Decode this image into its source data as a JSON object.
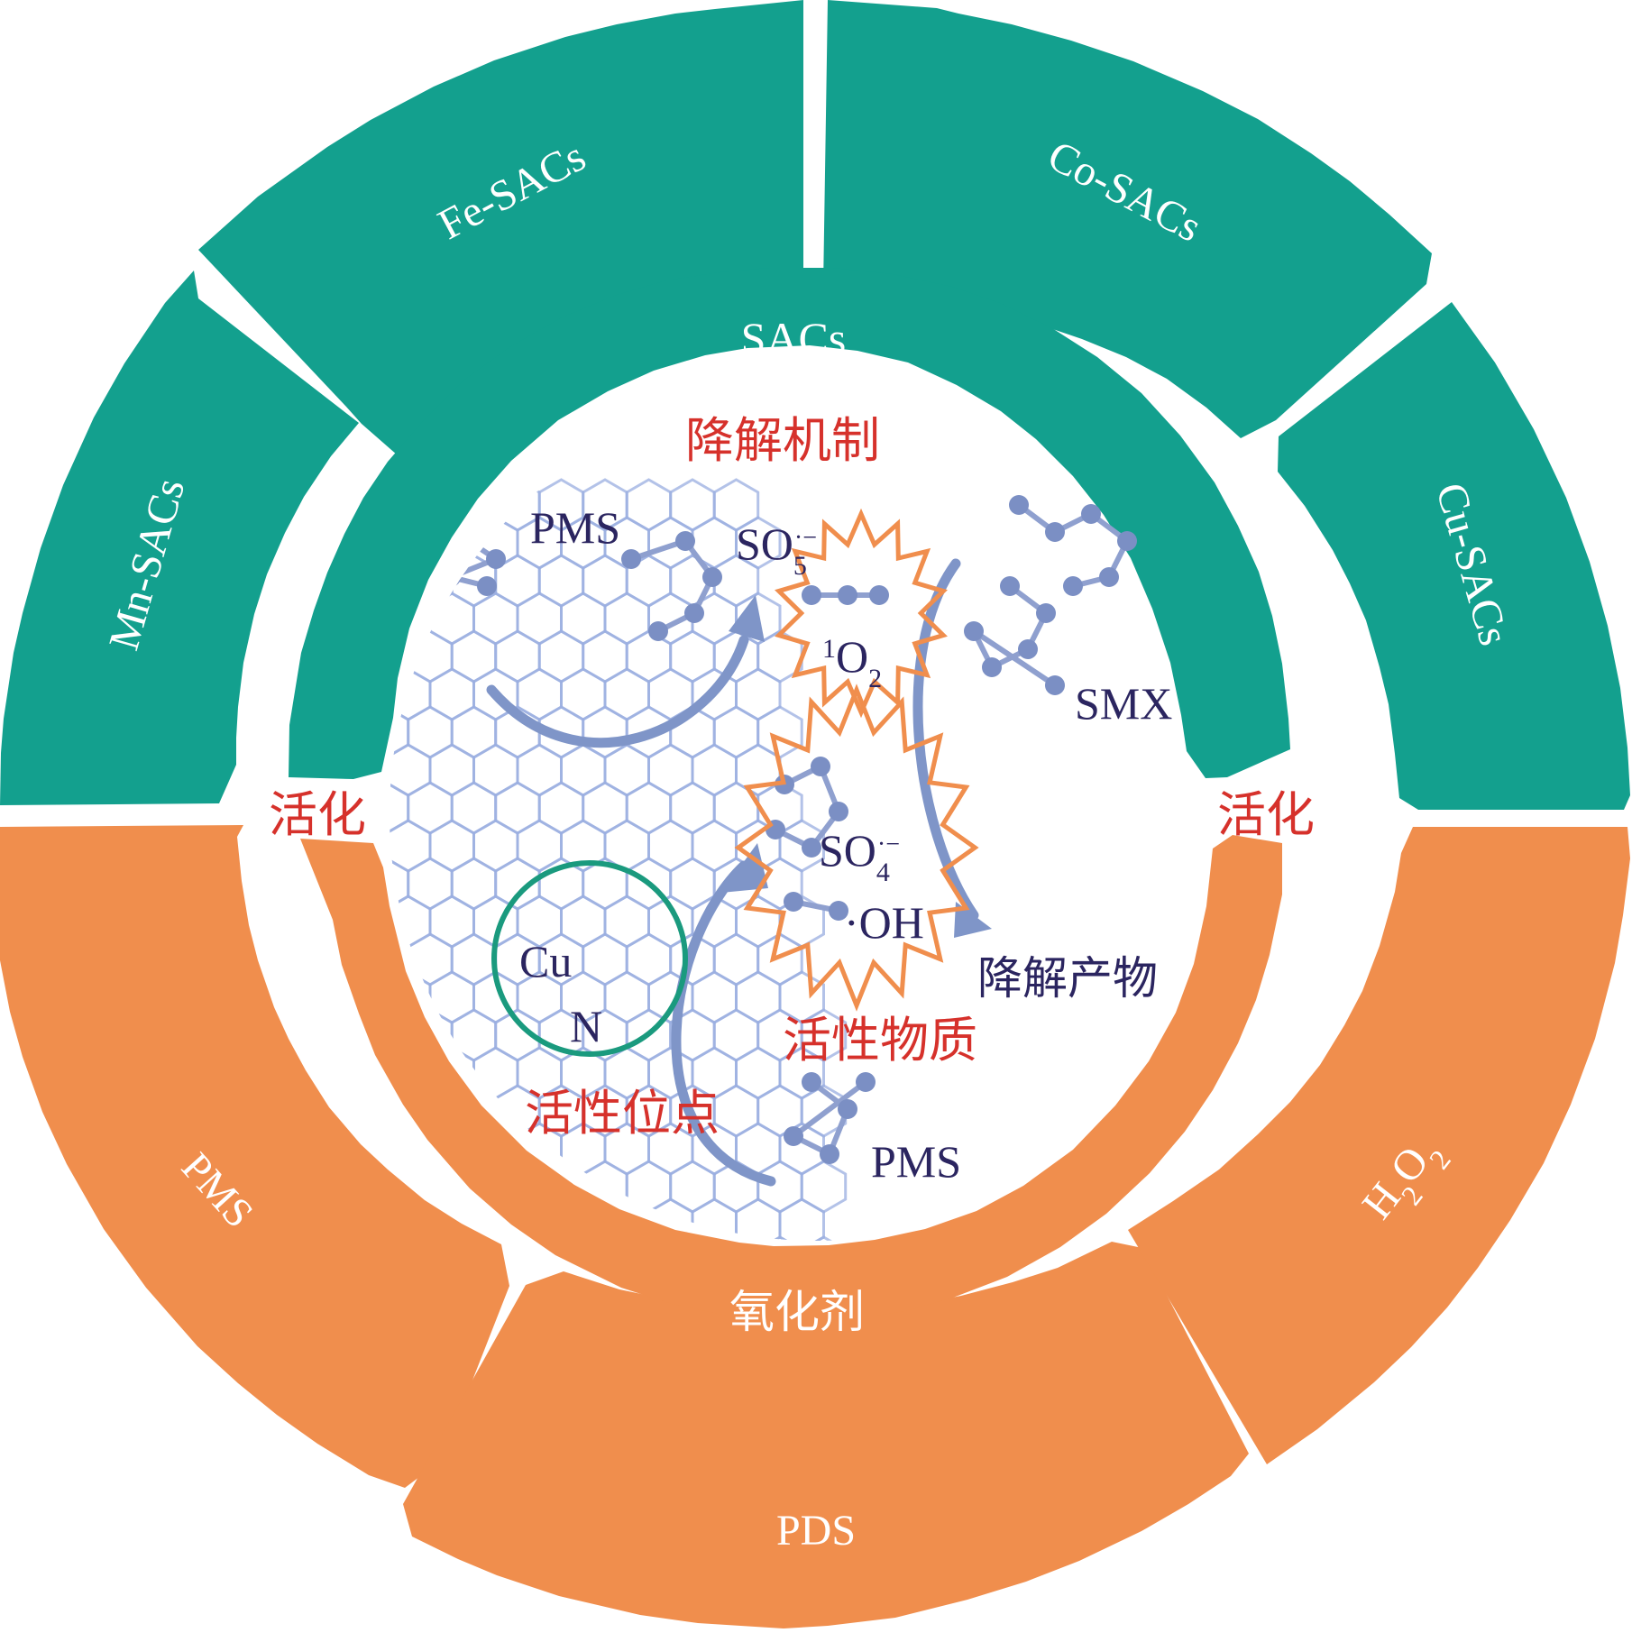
{
  "colors": {
    "teal": "#13a08e",
    "orange": "#f08e4d",
    "red_text": "#d6312b",
    "navy_text": "#2b2560",
    "molecule": "#7b8fc4",
    "arrow": "#7f95c8",
    "star_outline": "#f08e4d",
    "site_circle": "#1a9a7e"
  },
  "outer_ring": {
    "catalysts": [
      "Mn-SACs",
      "Fe-SACs",
      "Co-SACs",
      "Cu-SACs"
    ],
    "oxidants": [
      "PMS",
      "PDS",
      "H2O2"
    ]
  },
  "inner_ring": {
    "top_label": "SACs",
    "bottom_label": "氧化剂",
    "left_label": "活化",
    "right_label": "活化"
  },
  "center": {
    "mechanism_title": "降解机制",
    "pms_top": "PMS",
    "so5": {
      "base": "SO",
      "sub": "5",
      "sup": "·−"
    },
    "singlet_oxygen": {
      "sup": "1",
      "base": "O",
      "sub": "2"
    },
    "smx": "SMX",
    "so4": {
      "base": "SO",
      "sub": "4",
      "sup": "·−"
    },
    "hydroxyl": "·OH",
    "degradation_products": "降解产物",
    "active_species": "活性物质",
    "cu_label": "Cu",
    "n_label": "N",
    "active_site": "活性位点",
    "pms_bottom": "PMS"
  },
  "icons": [
    "graphene-lattice-icon",
    "molecule-icon",
    "curved-arrow-icon",
    "burst-star-icon"
  ]
}
